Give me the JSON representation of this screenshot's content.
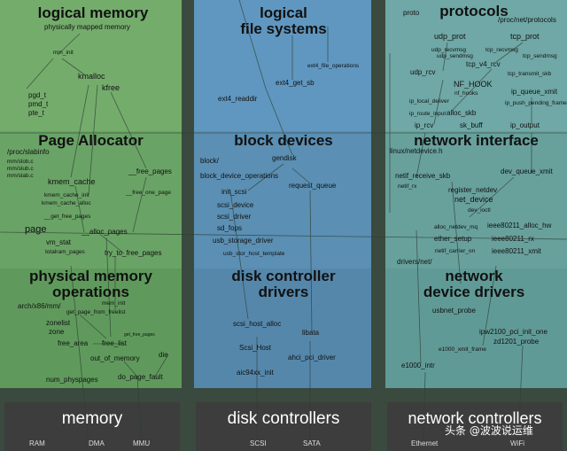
{
  "headings": {
    "logical_memory": "logical memory",
    "logical_fs": "logical\nfile systems",
    "protocols": "protocols",
    "page_allocator": "Page Allocator",
    "block_devices": "block devices",
    "network_interface": "network interface",
    "physical_memory": "physical memory\noperations",
    "disk_controller_drivers": "disk controller\ndrivers",
    "network_device_drivers": "network\ndevice drivers"
  },
  "memory": {
    "logical": [
      "physically mapped memory",
      "mm_init",
      "kmalloc",
      "kfree",
      "pgd_t",
      "pmd_t",
      "pte_t"
    ],
    "allocator": [
      "/proc/slabinfo",
      "mm/slob.c",
      "mm/slub.c",
      "mm/slab.c",
      "kmem_cache",
      "kmem_cache_init",
      "kmem_cache_alloc",
      "__get_free_pages",
      "page",
      "__alloc_pages",
      "vm_stat",
      "totalram_pages",
      "try_to_free_pages",
      "__free_pages",
      "__free_one_page"
    ],
    "physical": [
      "arch/x86/mm/",
      "mem_init",
      "get_page_from_freelist",
      "zonelist",
      "zone",
      "free_area",
      "free_list",
      "out_of_memory",
      "die",
      "num_physpages",
      "do_page_fault",
      "get_free_pages"
    ]
  },
  "storage": {
    "fs": [
      "ext4_file_operations",
      "ext4_get_sb",
      "ext4_readdir"
    ],
    "block": [
      "block/",
      "gendisk",
      "block_device_operations",
      "init_scsi",
      "request_queue",
      "scsi_device",
      "scsi_driver",
      "sd_fops",
      "usb_storage_driver",
      "usb_stor_host_template"
    ],
    "drivers": [
      "scsi_host_alloc",
      "libata",
      "Scsi_Host",
      "ahci_pci_driver",
      "aic94xx_init"
    ]
  },
  "network": {
    "protocols": [
      "proto",
      "/proc/net/protocols",
      "udp_prot",
      "tcp_prot",
      "udp_recvmsg",
      "udp_sendmsg",
      "tcp_recvmsg",
      "tcp_sendmsg",
      "udp_rcv",
      "tcp_v4_rcv",
      "tcp_transmit_skb",
      "NF_HOOK",
      "nf_hooks",
      "ip_local_deliver",
      "ip_route_input",
      "ip_queue_xmit",
      "ip_push_pending_frames",
      "alloc_skb",
      "ip_rcv",
      "sk_buff",
      "ip_output"
    ],
    "interface": [
      "linux/netdevice.h",
      "dev_queue_xmit",
      "netif_receive_skb",
      "netif_rx",
      "register_netdev",
      "net_device",
      "dev_ioctl",
      "alloc_netdev_mq",
      "ieee80211_alloc_hw",
      "ether_setup",
      "ieee80211_rx",
      "netif_carrier_on",
      "ieee80211_xmit",
      "drivers/net/"
    ],
    "drivers": [
      "usbnet_probe",
      "ipw2100_pci_init_one",
      "zd1201_probe",
      "e1000_xmit_frame",
      "e1000_intr"
    ]
  },
  "hardware": {
    "memory": {
      "label": "memory",
      "sub": [
        "RAM",
        "DMA",
        "MMU"
      ]
    },
    "disk": {
      "label": "disk controllers",
      "sub": [
        "SCSI",
        "SATA"
      ]
    },
    "network": {
      "label": "network controllers",
      "sub": [
        "Ethernet",
        "WiFi"
      ]
    }
  },
  "watermark": "头条 @波波说运维",
  "colors": {
    "memory": "#6fa86a",
    "storage": "#5a8fb8",
    "network": "#6aa0a0",
    "hardware": "#3d3d3d"
  }
}
